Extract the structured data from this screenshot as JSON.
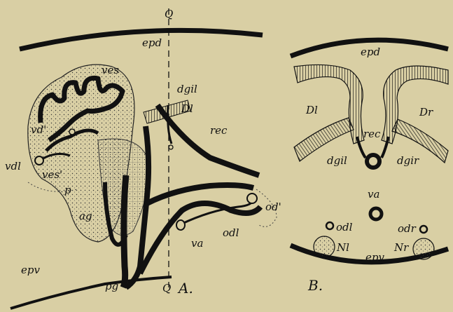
{
  "figure_a": {
    "panel_label": "A.",
    "labels": {
      "Q_top": "Q",
      "Q_bottom": "Q",
      "epd": "epd",
      "ves": "ves",
      "dgil": "dgil",
      "Dl": "Dl",
      "vd": "vd'",
      "rec": "rec",
      "vdl": "vdl",
      "ves1": "ves'",
      "p": "p",
      "ag": "ag",
      "od1": "od'",
      "odl": "odl",
      "va": "va",
      "epv": "epv",
      "pg": "pg"
    }
  },
  "figure_b": {
    "panel_label": "B.",
    "labels": {
      "epd": "epd",
      "Dl": "Dl",
      "Dr": "Dr",
      "rec": "rec",
      "dgil": "dgil",
      "dgir": "dgir",
      "va": "va",
      "odl": "odl",
      "odr": "odr",
      "Nl": "Nl",
      "Nr": "Nr",
      "epv": "epv"
    }
  },
  "colors": {
    "paper": "#d9cfa4",
    "ink": "#111111"
  }
}
